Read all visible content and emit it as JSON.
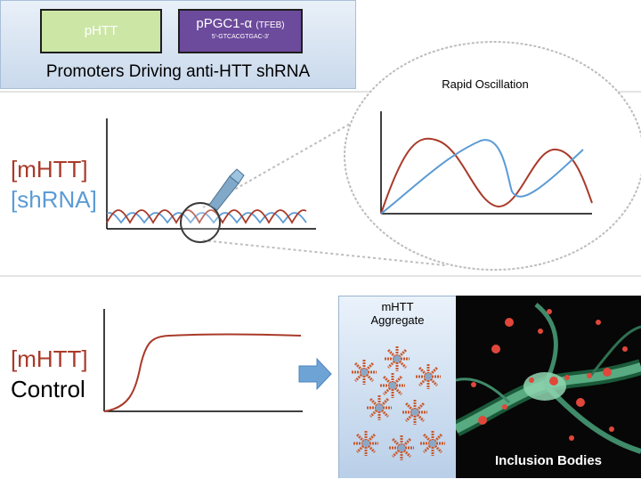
{
  "promoters": {
    "box1": "pHTT",
    "box2_main": "pPGC1-α",
    "box2_sub": "(TFEB)",
    "box2_seq": "5'-GTCACGTGAC-3'",
    "title": "Promoters Driving anti-HTT shRNA"
  },
  "top_graph": {
    "label_mhtt": "[mHTT]",
    "label_shrna": "[shRNA]"
  },
  "zoom": {
    "title": "Rapid Oscillation"
  },
  "bottom_graph": {
    "label_mhtt": "[mHTT]",
    "label_control": "Control"
  },
  "aggregate": {
    "line1": "mHTT",
    "line2": "Aggregate"
  },
  "microscopy": {
    "label": "Inclusion Bodies"
  },
  "colors": {
    "mhtt": "#a93a2a",
    "shrna": "#5b9bd5",
    "promoter_green": "#cce6a6",
    "promoter_purple": "#6c4a9c"
  }
}
